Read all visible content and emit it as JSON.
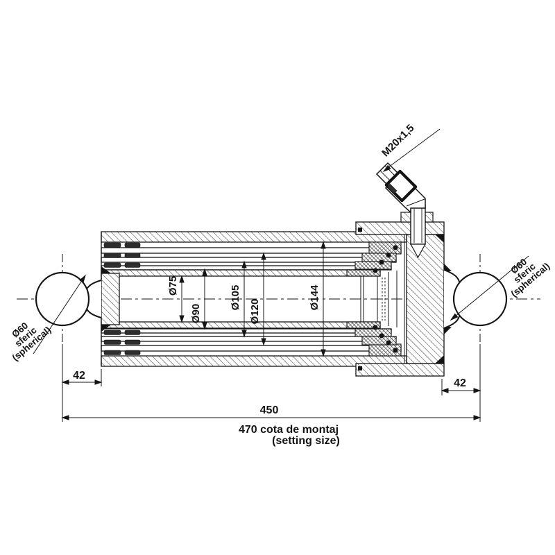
{
  "drawing": {
    "subject": "telescopic hydraulic cylinder cross-section",
    "colors": {
      "line": "#141414",
      "background": "#ffffff",
      "seal": "#2e2e2e"
    },
    "eye_left": {
      "line1": "Ø60",
      "line2": "sferic",
      "line3": "(spherical)"
    },
    "eye_right": {
      "line1": "Ø60",
      "line2": "sferic",
      "line3": "(spherical)"
    },
    "port": {
      "thread": "M20x1,5"
    },
    "stage_diameters": {
      "d1": "Ø75",
      "d2": "Ø90",
      "d3": "Ø105",
      "d4": "Ø120",
      "d5": "Ø144"
    },
    "dimensions": {
      "left_pin_offset": "42",
      "right_pin_offset": "42",
      "body_length": "450",
      "setting_line1": "470 cota de montaj",
      "setting_line2": "(setting size)"
    }
  }
}
